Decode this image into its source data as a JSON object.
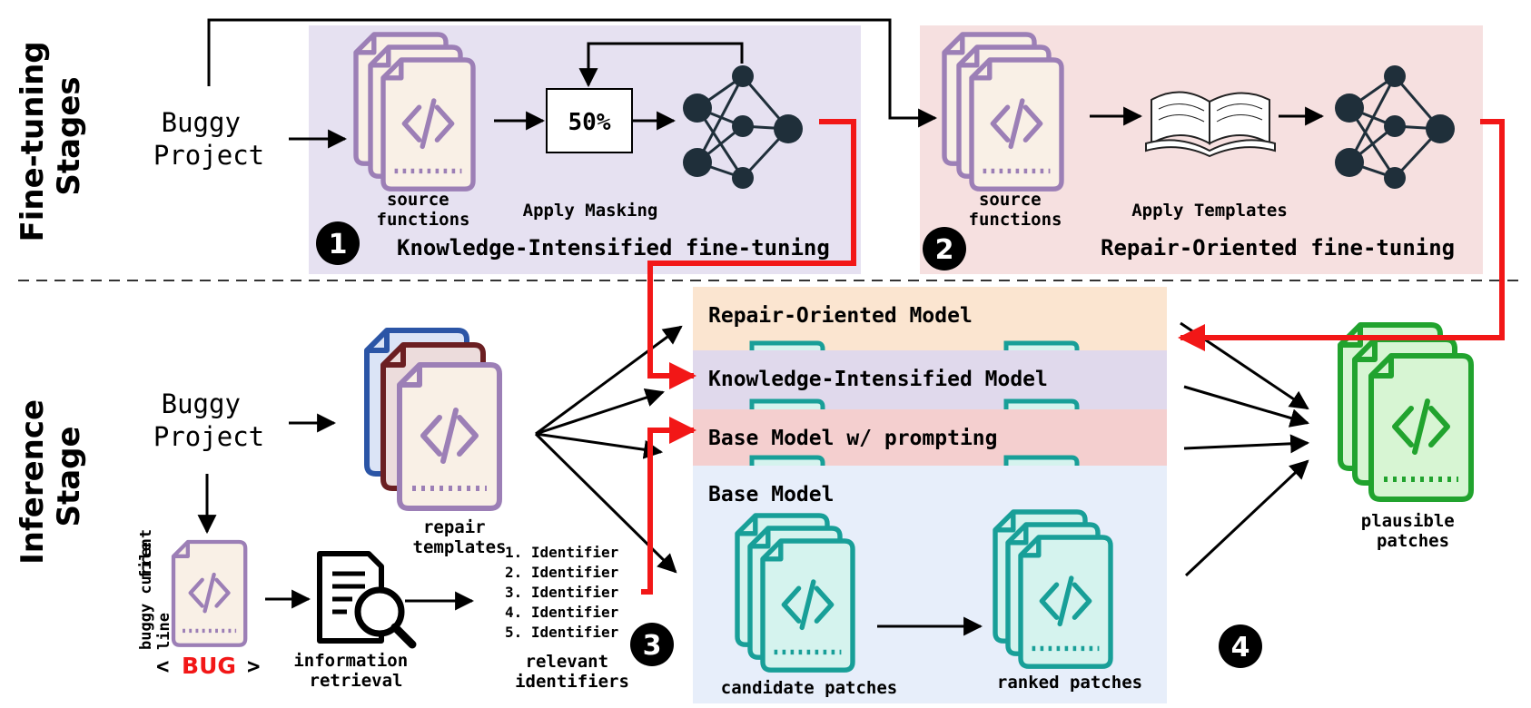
{
  "side_labels": {
    "fine_tuning": [
      "Fine-tuning",
      "Stages"
    ],
    "inference": [
      "Inference",
      "Stage"
    ]
  },
  "stage1": {
    "input": [
      "Buggy",
      "Project"
    ],
    "doc_label": [
      "source",
      "functions"
    ],
    "mask_box": "50%",
    "step_label": "Apply Masking",
    "number": "1",
    "title": "Knowledge-Intensified fine-tuning"
  },
  "stage2": {
    "doc_label": [
      "source",
      "functions"
    ],
    "step_label": "Apply Templates",
    "number": "2",
    "title": "Repair-Oriented fine-tuning"
  },
  "inference": {
    "input": [
      "Buggy",
      "Project"
    ],
    "buggy_file_label": [
      "buggy current",
      "line",
      "file"
    ],
    "bug_tag": {
      "left": "<",
      "text": "BUG",
      "right": ">"
    },
    "ir_label": [
      "information",
      "retrieval"
    ],
    "templates_label": [
      "repair",
      "templates"
    ],
    "identifiers": [
      "1. Identifier",
      "2. Identifier",
      "3. Identifier",
      "4. Identifier",
      "5. Identifier"
    ],
    "identifiers_label": [
      "relevant",
      "identifiers"
    ],
    "number3": "3",
    "number4": "4",
    "models": [
      {
        "name": "Repair-Oriented Model",
        "color": "#fbe5d0"
      },
      {
        "name": "Knowledge-Intensified Model",
        "color": "#e0d9ec"
      },
      {
        "name": "Base Model w/ prompting",
        "color": "#f4cfcf"
      },
      {
        "name": "Base Model",
        "color": "#e7eefa"
      }
    ],
    "candidate_label": "candidate patches",
    "ranked_label": "ranked patches",
    "plausible_label": [
      "plausible",
      "patches"
    ]
  },
  "colors": {
    "stage1_bg": "#e6e1f1",
    "stage2_bg": "#f6e0e0",
    "purple": "#9c7fb6",
    "paper": "#f9f0e6",
    "teal": "#189f98",
    "teal_fill": "#d5f3ee",
    "green": "#21a32e",
    "green_fill": "#d7f5d3",
    "red_arrow": "#f21717",
    "nn": "#1f2f3a"
  }
}
